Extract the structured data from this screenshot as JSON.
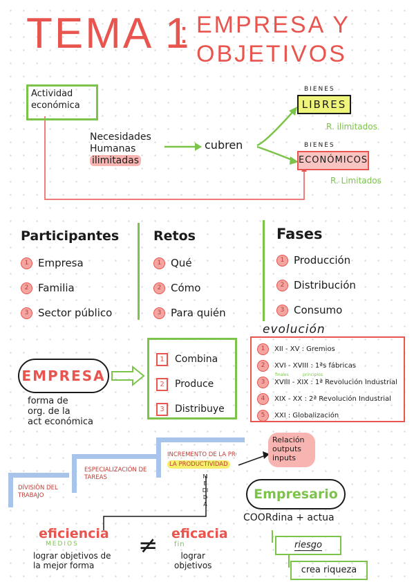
{
  "title": {
    "line1": "TEMA 1",
    "colon": ":",
    "line2a": "EMPRESA Y",
    "line2b": "OBJETIVOS"
  },
  "top": {
    "actividad": "Actividad económica",
    "necesidades_1": "Necesidades",
    "necesidades_2": "Humanas",
    "necesidades_3": "ilimitadas",
    "cubren": "cubren",
    "bienes_libres_label": "BIENES",
    "bienes_libres": "LIBRES",
    "r_ilimitados": "R. ilimitados",
    "bienes_eco_label": "BIENES",
    "bienes_eco": "ECONÓMICOS",
    "r_limitados": "R. Limitados"
  },
  "columns": {
    "participantes": {
      "title": "Participantes",
      "items": [
        {
          "n": "1",
          "label": "Empresa"
        },
        {
          "n": "2",
          "label": "Familia"
        },
        {
          "n": "3",
          "label": "Sector público"
        }
      ]
    },
    "retos": {
      "title": "Retos",
      "items": [
        {
          "n": "1",
          "label": "Qué"
        },
        {
          "n": "2",
          "label": "Cómo"
        },
        {
          "n": "3",
          "label": "Para quién"
        }
      ]
    },
    "fases": {
      "title": "Fases",
      "items": [
        {
          "n": "1",
          "label": "Producción"
        },
        {
          "n": "2",
          "label": "Distribución"
        },
        {
          "n": "3",
          "label": "Consumo"
        }
      ]
    }
  },
  "empresa": {
    "label": "EMPRESA",
    "desc_1": "forma de",
    "desc_2": "org. de la",
    "desc_3": "act económica",
    "actions": [
      {
        "n": "1",
        "label": "Combina"
      },
      {
        "n": "2",
        "label": "Produce"
      },
      {
        "n": "3",
        "label": "Distribuye"
      }
    ]
  },
  "evolucion": {
    "title": "evolución",
    "items": [
      {
        "n": "1",
        "label": "XII - XV : Gremios"
      },
      {
        "n": "2",
        "label": "XVI - XVIII : 1ªs fábricas"
      },
      {
        "n": "3",
        "label": "XVIII - XIX : 1ª Revolución Industrial"
      },
      {
        "n": "4",
        "label": "XIX - XX : 2ª Revolución Industrial"
      },
      {
        "n": "5",
        "label": "XXI : Globalización"
      }
    ],
    "note_a": "finales",
    "note_b": "principios"
  },
  "steps": {
    "division": "DIVISIÓN DEL TRABAJO",
    "especializacion": "ESPECIALIZACIÓN DE TAREAS",
    "incremento_1": "INCREMENTO DE LA PRODUCTIVIDAD",
    "incremento_2": "LA PRODUCTIVIDAD",
    "medida": "MEDIDA",
    "relacion_1": "Relación",
    "relacion_2": "outputs",
    "relacion_3": "inputs"
  },
  "empresario": {
    "title": "Empresario",
    "desc": "COORdina + actua",
    "riesgo": "riesgo",
    "crea": "crea riqueza"
  },
  "bottom": {
    "eficiencia": "eficiencia",
    "medios": "MEDIOS",
    "ef_desc_1": "lograr objetivos de",
    "ef_desc_2": "la mejor forma",
    "neq": "≠",
    "eficacia": "eficacia",
    "fin": "fin",
    "efc_desc_1": "lograr",
    "efc_desc_2": "objetivos"
  },
  "colors": {
    "red": "#e8544e",
    "green": "#7cc34a",
    "pink": "#f8b4b0",
    "yellow": "#f6ef6e",
    "blue": "#a9c4ea"
  }
}
